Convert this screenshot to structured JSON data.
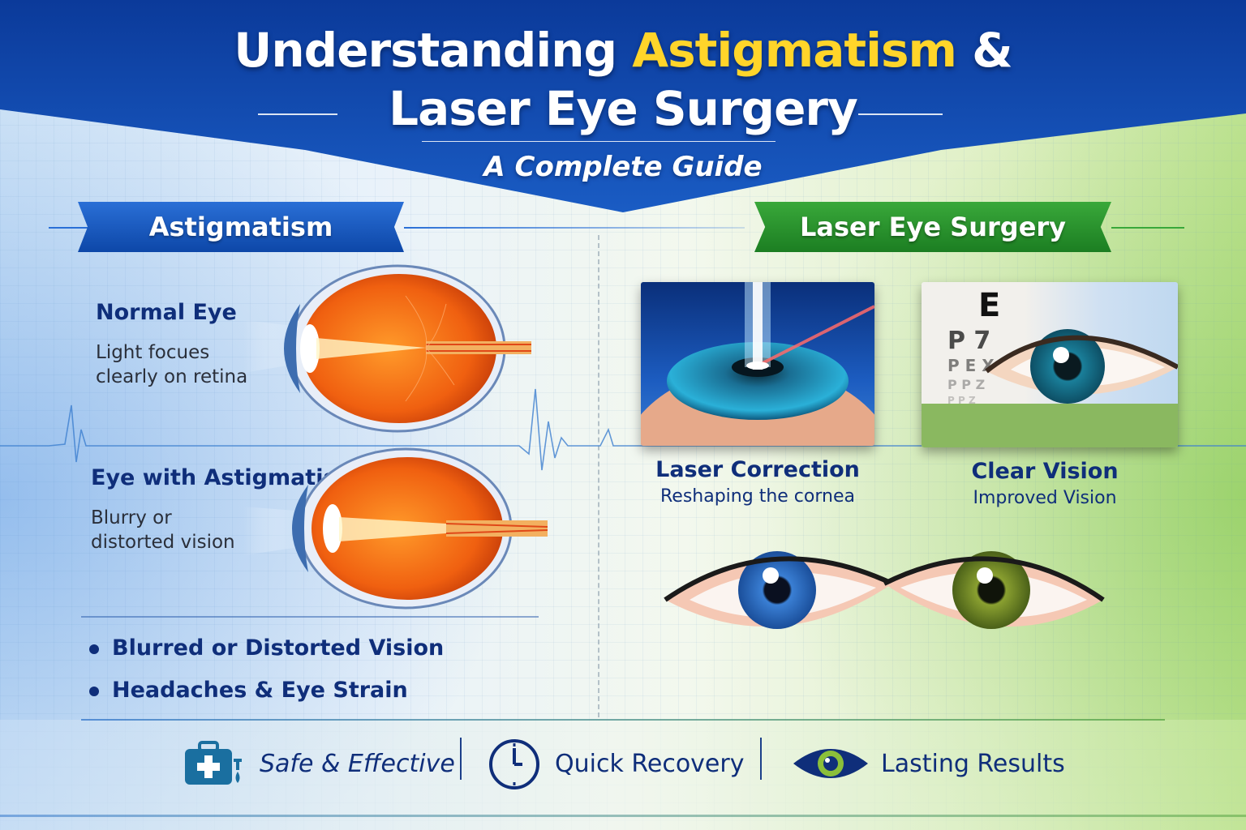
{
  "header": {
    "title_part1": "Understanding ",
    "title_highlight": "Astigmatism",
    "title_part2": " &",
    "title_line2": "Laser Eye Surgery",
    "subtitle": "A Complete Guide"
  },
  "colors": {
    "header_blue": "#0d47a8",
    "highlight_yellow": "#ffd52a",
    "astig_banner": "#1a5cc4",
    "surgery_banner": "#2a9630",
    "text_navy": "#0f2e7a"
  },
  "left": {
    "banner": "Astigmatism",
    "normal": {
      "heading": "Normal Eye",
      "line1": "Light focues",
      "line2": "clearly on retina"
    },
    "astig": {
      "heading": "Eye with Astigmatism",
      "line1": "Blurry or",
      "line2": "distorted vision"
    },
    "bullets": [
      "Blurred or Distorted Vision",
      "Headaches & Eye Strain"
    ]
  },
  "right": {
    "banner": "Laser Eye Surgery",
    "cards": [
      {
        "title": "Laser Correction",
        "subtitle": "Reshaping the cornea"
      },
      {
        "title": "Clear Vision",
        "subtitle": "Improved Vision"
      }
    ],
    "chart_letters": [
      "E",
      "P 7",
      "P E X",
      "P P Z",
      "P P Z"
    ]
  },
  "footer": {
    "items": [
      {
        "label": "Safe & Effective",
        "icon": "medical-kit-icon"
      },
      {
        "label": "Quick Recovery",
        "icon": "clock-icon"
      },
      {
        "label": "Lasting Results",
        "icon": "eye-icon"
      }
    ]
  }
}
